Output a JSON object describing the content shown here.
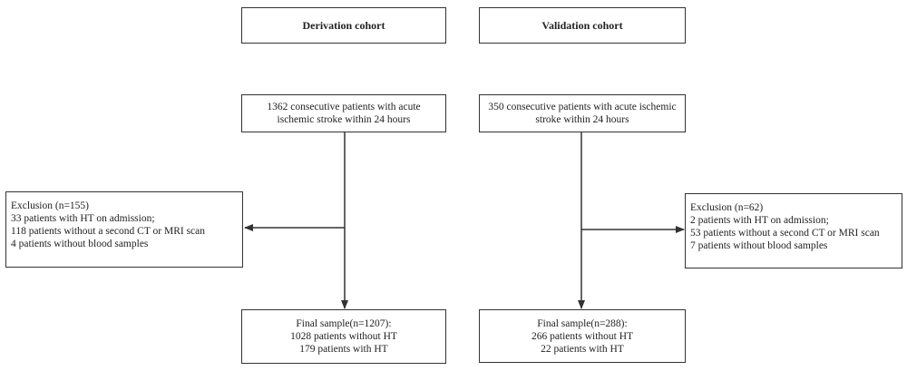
{
  "derivation": {
    "header": "Derivation cohort",
    "start": [
      "1362 consecutive patients with acute",
      "ischemic stroke within 24 hours"
    ],
    "exclusion": [
      "Exclusion (n=155)",
      "33 patients with HT on admission;",
      "118 patients without a second CT or MRI scan",
      "4 patients without blood samples"
    ],
    "final": [
      "Final sample(n=1207):",
      "1028 patients without HT",
      "179 patients with HT"
    ]
  },
  "validation": {
    "header": "Validation cohort",
    "start": [
      "350 consecutive patients with acute ischemic",
      "stroke within 24 hours"
    ],
    "exclusion": [
      "Exclusion (n=62)",
      "2 patients with HT on admission;",
      "53 patients without a second CT or MRI scan",
      "7 patients without blood samples"
    ],
    "final": [
      "Final sample(n=288):",
      "266 patients without HT",
      "22 patients with HT"
    ]
  }
}
